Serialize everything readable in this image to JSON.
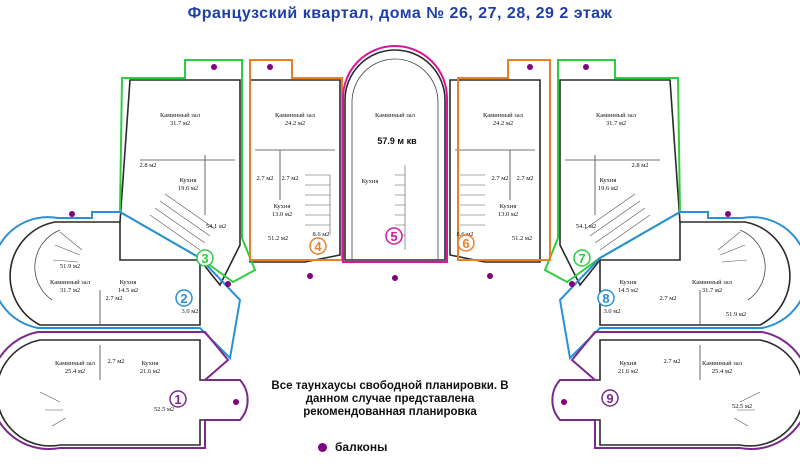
{
  "title": "Французский квартал, дома № 26, 27, 28, 29  2 этаж",
  "note": "Все таунхаусы свободной планировки. В данном случае представлена рекомендованная планировка",
  "legend": {
    "label": "балконы",
    "color": "#800080"
  },
  "colors": {
    "green": "#2ecc40",
    "orange": "#e8802a",
    "magenta": "#d6169c",
    "blue": "#2a8fd8",
    "purple": "#7a2a8c",
    "balcony": "#800080"
  },
  "labels": {
    "kamin": "Каминный зал",
    "kitchen": "Кухня",
    "center_area": "57.9 м кв"
  },
  "units": [
    {
      "id": "u1",
      "number": "1",
      "numcolor": "#7a2a8c",
      "kamin_area": "25.4 м2",
      "kitchen_area": "21.6 м2",
      "bath": "2.7 м2",
      "total": "52.5 м2"
    },
    {
      "id": "u2",
      "number": "2",
      "numcolor": "#2a8fd8",
      "kamin_area": "31.7 м2",
      "kitchen_area": "14.5 м2",
      "bath": "2.7 м2",
      "hall": "3.0 м2",
      "total": "51.9 м2"
    },
    {
      "id": "u3",
      "number": "3",
      "numcolor": "#2ecc40",
      "kamin_area": "31.7 м2",
      "kitchen_area": "19.6 м2",
      "bath": "2.8 м2",
      "total": "54.1 м2"
    },
    {
      "id": "u4",
      "number": "4",
      "numcolor": "#e8802a",
      "kamin_area": "24.2 м2",
      "kitchen_area": "13.0 м2",
      "bath_a": "2.7 м2",
      "bath_b": "2.7 м2",
      "stair": "8.6 м2",
      "total": "51.2 м2"
    },
    {
      "id": "u5",
      "number": "5",
      "numcolor": "#d6169c"
    },
    {
      "id": "u6",
      "number": "6",
      "numcolor": "#e8802a",
      "kamin_area": "24.2 м2",
      "kitchen_area": "13.0 м2",
      "bath_a": "2.7 м2",
      "bath_b": "2.7 м2",
      "stair": "8.6 м2",
      "total": "51.2 м2"
    },
    {
      "id": "u7",
      "number": "7",
      "numcolor": "#2ecc40",
      "kamin_area": "31.7 м2",
      "kitchen_area": "19.6 м2",
      "bath": "2.8 м2",
      "total": "54.1 м2"
    },
    {
      "id": "u8",
      "number": "8",
      "numcolor": "#2a8fd8",
      "kamin_area": "31.7 м2",
      "kitchen_area": "14.5 м2",
      "bath": "2.7 м2",
      "hall": "3.0 м2",
      "total": "51.9 м2"
    },
    {
      "id": "u9",
      "number": "9",
      "numcolor": "#7a2a8c",
      "kamin_area": "25.4 м2",
      "kitchen_area": "21.6 м2",
      "bath": "2.7 м2",
      "total": "52.5 м2"
    }
  ]
}
